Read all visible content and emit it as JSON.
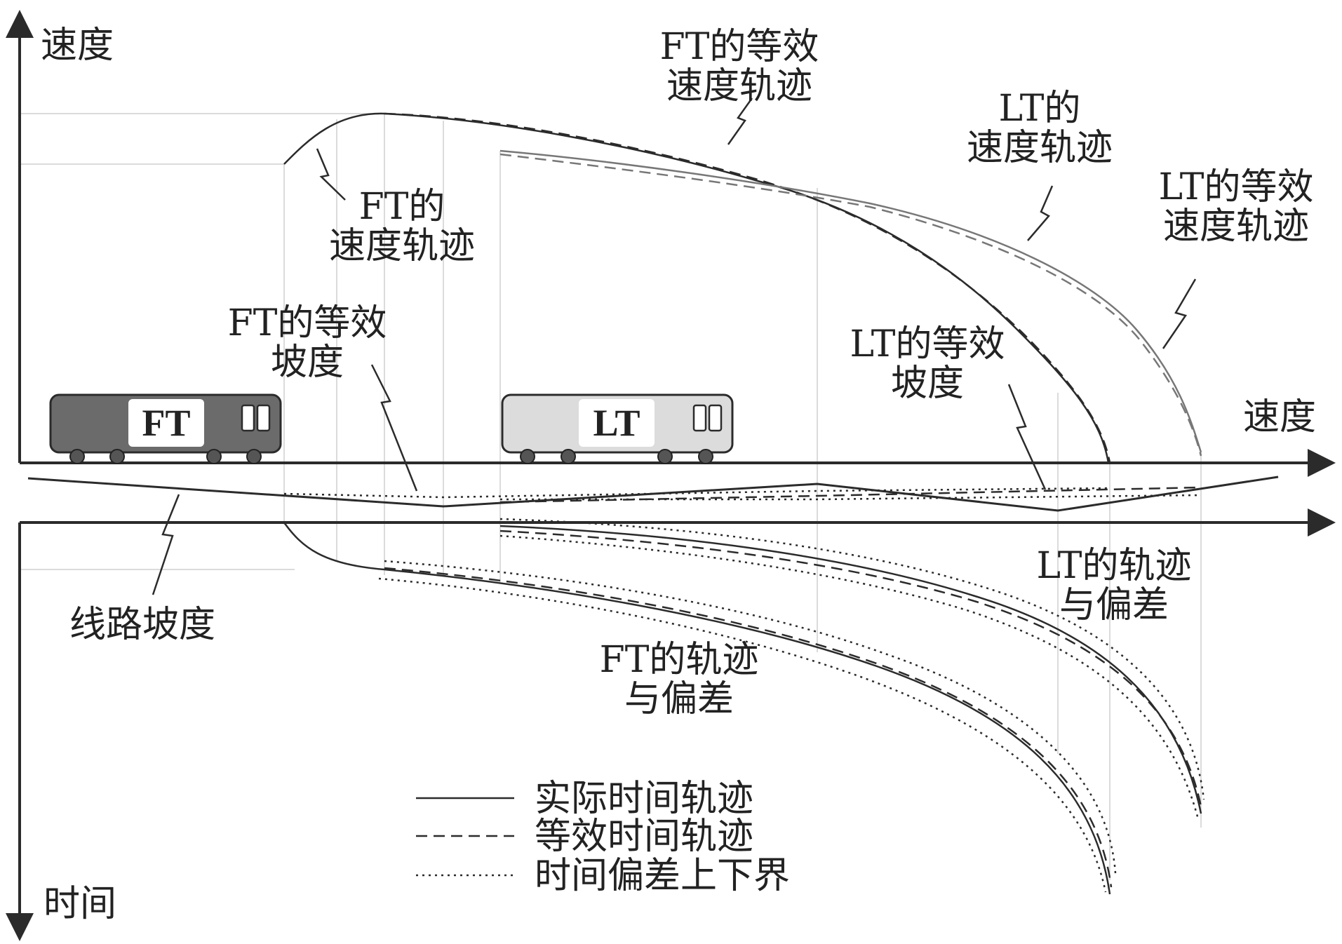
{
  "axes": {
    "y_top_label": "速度",
    "x_right_label": "速度",
    "y_bottom_label": "时间"
  },
  "trains": {
    "ft": "FT",
    "lt": "LT"
  },
  "annotations": {
    "ft_equiv_speed": [
      "FT的等效",
      "速度轨迹"
    ],
    "ft_speed": [
      "FT的",
      "速度轨迹"
    ],
    "lt_speed": [
      "LT的",
      "速度轨迹"
    ],
    "lt_equiv_speed": [
      "LT的等效",
      "速度轨迹"
    ],
    "ft_equiv_slope": [
      "FT的等效",
      "坡度"
    ],
    "lt_equiv_slope": [
      "LT的等效",
      "坡度"
    ],
    "line_slope": "线路坡度",
    "lt_traj": [
      "LT的轨迹",
      "与偏差"
    ],
    "ft_traj": [
      "FT的轨迹",
      "与偏差"
    ]
  },
  "legend": {
    "actual": "实际时间轨迹",
    "equivalent": "等效时间轨迹",
    "bounds": "时间偏差上下界"
  },
  "colors": {
    "ink": "#2b2b2b",
    "ft_body": "#6b6b6b",
    "lt_body": "#dcdcdc",
    "guide": "#c8c8c8",
    "lt_curve": "#777777"
  }
}
